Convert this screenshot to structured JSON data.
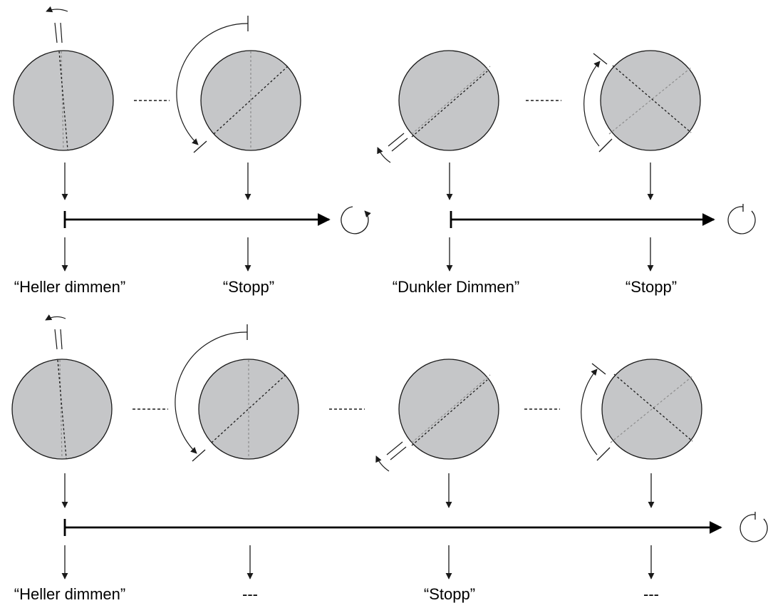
{
  "sections": [
    {
      "name": "brighten-sequence",
      "labels": [
        "“Heller dimmen”",
        "“Stopp”"
      ]
    },
    {
      "name": "darken-sequence",
      "labels": [
        "“Dunkler Dimmen”",
        "“Stopp”"
      ]
    },
    {
      "name": "combined-sequence",
      "labels": [
        "“Heller dimmen”",
        "---",
        "“Stopp”",
        "---"
      ]
    }
  ],
  "colors": {
    "knob_fill": "#c5c6c8",
    "stroke": "#1a1a1a",
    "guide_dash": "#8c8c8c"
  },
  "icons": [
    "rotate-cw-icon",
    "rotate-ccw-icon",
    "repeat-icon",
    "ellipsis-icon"
  ]
}
